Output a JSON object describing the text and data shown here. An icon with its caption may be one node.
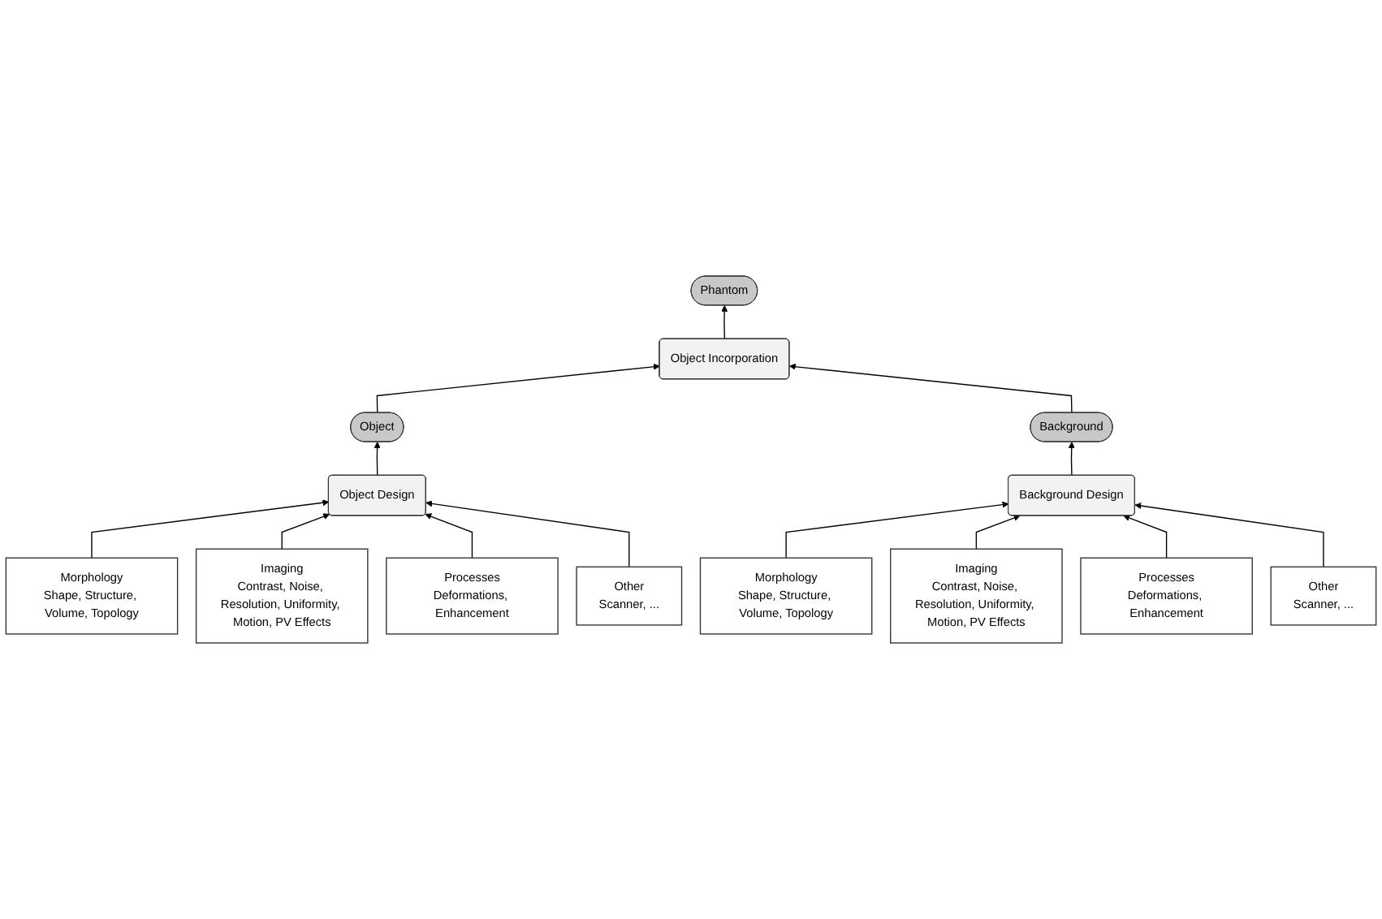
{
  "diagram": {
    "nodes": [
      {
        "text": [
          "Phantom"
        ]
      },
      {
        "text": [
          "Object Incorporation"
        ]
      },
      {
        "text": [
          "Object"
        ]
      },
      {
        "text": [
          "Background"
        ]
      },
      {
        "text": [
          "Object Design"
        ]
      },
      {
        "text": [
          "Morphology",
          "Shape, Structure, Volume, Topology"
        ]
      },
      {
        "text": [
          "Imaging",
          "Contrast, Noise, Resolution, Uniformity, Motion, PV Effects"
        ]
      },
      {
        "text": [
          "Processes",
          "Deformations, Enhancement"
        ]
      },
      {
        "text": [
          "Other",
          "Scanner, ..."
        ]
      },
      {
        "text": [
          "Background Design"
        ]
      },
      {
        "text": [
          "Morphology",
          "Shape, Structure, Volume, Topology"
        ]
      },
      {
        "text": [
          "Imaging",
          "Contrast, Noise, Resolution, Uniformity, Motion, PV Effects"
        ]
      },
      {
        "text": [
          "Processes",
          "Deformations, Enhancement"
        ]
      },
      {
        "text": [
          "Other",
          "Scanner, ..."
        ]
      }
    ],
    "edges": [
      {
        "from": 1,
        "to": 0,
        "arrow": "to"
      },
      {
        "from": 2,
        "to": 1,
        "arrow": "to"
      },
      {
        "from": 3,
        "to": 1,
        "arrow": "to"
      },
      {
        "from": 4,
        "to": 2,
        "arrow": "to"
      },
      {
        "from": 9,
        "to": 3,
        "arrow": "to"
      },
      {
        "from": 5,
        "to": 4,
        "arrow": "to"
      },
      {
        "from": 6,
        "to": 4,
        "arrow": "to"
      },
      {
        "from": 7,
        "to": 4,
        "arrow": "to"
      },
      {
        "from": 8,
        "to": 4,
        "arrow": "to"
      },
      {
        "from": 10,
        "to": 9,
        "arrow": "to"
      },
      {
        "from": 11,
        "to": 9,
        "arrow": "to"
      },
      {
        "from": 12,
        "to": 9,
        "arrow": "to"
      },
      {
        "from": 13,
        "to": 9,
        "arrow": "to"
      }
    ]
  }
}
